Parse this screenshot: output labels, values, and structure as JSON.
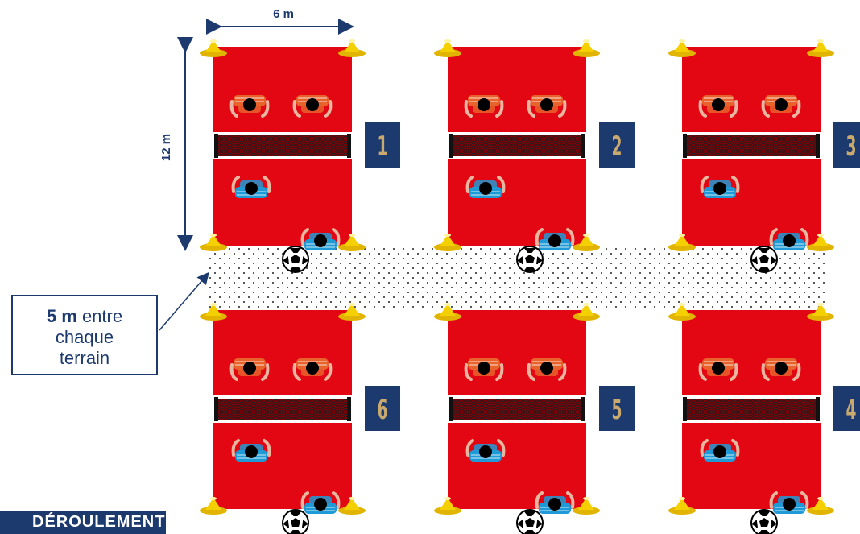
{
  "width_label": "6 m",
  "height_label": "12 m",
  "note": {
    "bold": "5 m",
    "line1_rest": " entre",
    "line2": "chaque",
    "line3": "terrain"
  },
  "section_label": "DÉROULEMENT",
  "courts": [
    {
      "number": "1"
    },
    {
      "number": "2"
    },
    {
      "number": "3"
    },
    {
      "number": "6"
    },
    {
      "number": "5"
    },
    {
      "number": "4"
    }
  ],
  "colors": {
    "court": "#e30613",
    "navy": "#1c3a6e",
    "gold": "#c9a96e",
    "cone": "#f5d000",
    "player_orange": "#e8632b",
    "player_blue": "#1e9ad6"
  }
}
